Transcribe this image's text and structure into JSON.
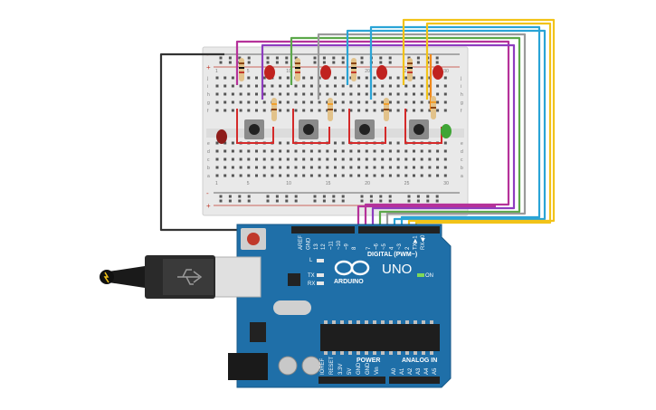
{
  "arduino": {
    "model": "UNO",
    "brand": "ARDUINO",
    "section_digital": "DIGITAL (PWM~)",
    "section_power": "POWER",
    "section_analog": "ANALOG IN",
    "label_tx": "TX",
    "label_rx": "RX",
    "label_l": "L",
    "label_on": "ON",
    "digital_pins": [
      "AREF",
      "GND",
      "13",
      "12",
      "~11",
      "~10",
      "~9",
      "8",
      "7",
      "~6",
      "~5",
      "4",
      "~3",
      "2",
      "TX▶1",
      "RX◀0"
    ],
    "power_pins": [
      "IOREF",
      "RESET",
      "3.3V",
      "5V",
      "GND",
      "GND",
      "Vin"
    ],
    "analog_pins": [
      "A0",
      "A1",
      "A2",
      "A3",
      "A4",
      "A5"
    ]
  },
  "breadboard": {
    "rail_plus": "+",
    "rail_minus": "-",
    "row_letters_top": [
      "j",
      "i",
      "h",
      "g",
      "f"
    ],
    "row_letters_bottom": [
      "e",
      "d",
      "c",
      "b",
      "a"
    ],
    "column_numbers": [
      "1",
      "5",
      "10",
      "15",
      "20",
      "25",
      "30"
    ]
  },
  "colors": {
    "board_blue": "#1f6fa8",
    "wire_magenta": "#b5329a",
    "wire_purple": "#8e3dbf",
    "wire_green": "#5ca84a",
    "wire_gray": "#9a9a9a",
    "wire_cyan": "#2aa4d6",
    "wire_yellow": "#f2c318",
    "wire_orange": "#f08a1c",
    "wire_black": "#333333",
    "led_red": "#c0221f",
    "led_green": "#3fa535"
  }
}
